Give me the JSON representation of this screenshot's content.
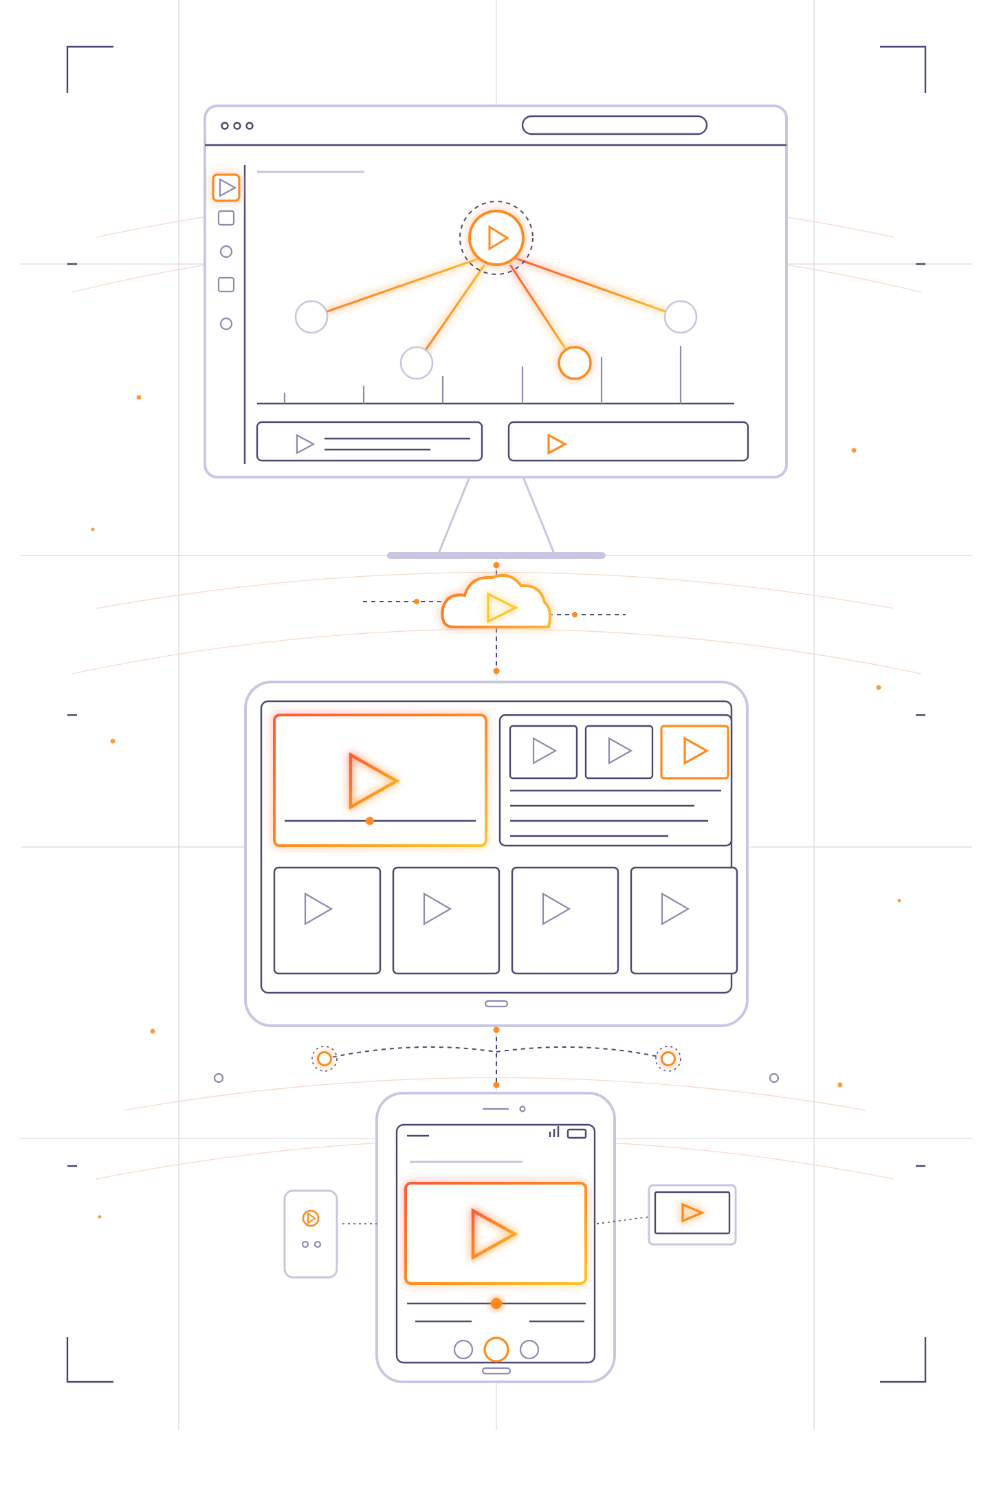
{
  "colors": {
    "accent_orange": "#ff8a1f",
    "accent_red": "#ff5a36",
    "accent_yellow": "#ffc42e",
    "ink": "#4a4870",
    "device_outline": "#c9c6e2",
    "grid": "#d9d9de",
    "background": "#ffffff"
  },
  "illustration": {
    "devices": [
      "desktop-monitor",
      "tablet",
      "smartphone",
      "smartwatch",
      "tv-screen"
    ],
    "icons": [
      "play-icon",
      "cloud-play-icon",
      "hub-node",
      "window-dots-icon",
      "home-button"
    ]
  }
}
